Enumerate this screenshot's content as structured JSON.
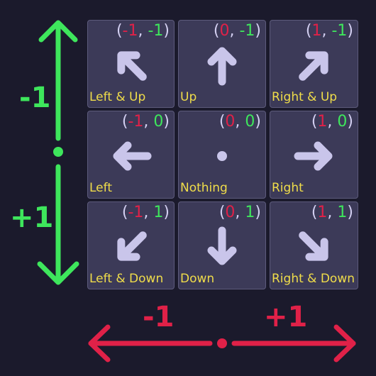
{
  "colors": {
    "background": "#1b1a2c",
    "cell": "#3c3a58",
    "arrow": "#c9c5ea",
    "x_component": "#e02148",
    "y_component": "#3ee65c",
    "label": "#f0dd4a",
    "vertical_axis": "#3ee65c",
    "horizontal_axis": "#e02148"
  },
  "axes": {
    "vertical": {
      "top_label": "-1",
      "bottom_label": "+1"
    },
    "horizontal": {
      "left_label": "-1",
      "right_label": "+1"
    }
  },
  "cells": [
    {
      "label": "Left & Up",
      "x": "-1",
      "y": "-1",
      "icon": "arrow-up-left-icon"
    },
    {
      "label": "Up",
      "x": "0",
      "y": "-1",
      "icon": "arrow-up-icon"
    },
    {
      "label": "Right & Up",
      "x": "1",
      "y": "-1",
      "icon": "arrow-up-right-icon"
    },
    {
      "label": "Left",
      "x": "-1",
      "y": "0",
      "icon": "arrow-left-icon"
    },
    {
      "label": "Nothing",
      "x": "0",
      "y": "0",
      "icon": "dot-icon"
    },
    {
      "label": "Right",
      "x": "1",
      "y": "0",
      "icon": "arrow-right-icon"
    },
    {
      "label": "Left & Down",
      "x": "-1",
      "y": "1",
      "icon": "arrow-down-left-icon"
    },
    {
      "label": "Down",
      "x": "0",
      "y": "1",
      "icon": "arrow-down-icon"
    },
    {
      "label": "Right & Down",
      "x": "1",
      "y": "1",
      "icon": "arrow-down-right-icon"
    }
  ]
}
